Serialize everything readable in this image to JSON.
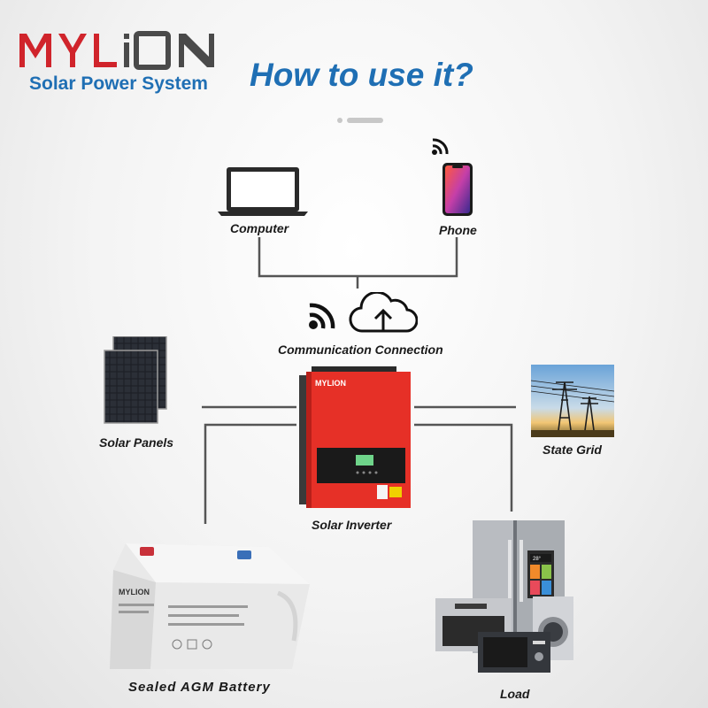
{
  "brand": {
    "logo_text": "MYLION",
    "subtitle": "Solar Power System",
    "color": "#1f6fb4",
    "logo_color": "#d0242b"
  },
  "header": {
    "headline": "How to use it?"
  },
  "diagram": {
    "computer": "Computer",
    "phone": "Phone",
    "communication": "Communication Connection",
    "solar_panels": "Solar Panels",
    "inverter": "Solar Inverter",
    "inverter_brand": "MYLION",
    "state_grid": "State Grid",
    "battery": "Sealed AGM Battery",
    "battery_brand": "MYLION",
    "load": "Load",
    "fridge_display": "28°"
  },
  "icons": [
    "laptop-icon",
    "smartphone-icon",
    "wifi-icon",
    "cloud-upload-icon",
    "solar-panel-icon",
    "inverter-icon",
    "power-grid-icon",
    "battery-icon",
    "appliances-icon"
  ]
}
